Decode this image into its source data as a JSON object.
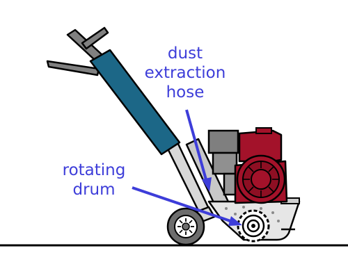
{
  "labels": {
    "dust_line1": "dust",
    "dust_line2": "extraction",
    "dust_line3": "hose",
    "drum_line1": "rotating",
    "drum_line2": "drum"
  },
  "colors": {
    "label": "#3d3dd9",
    "hose": "#1c6787",
    "engine": "#a3122a",
    "handle_metal": "#7a7a7a",
    "housing": "#e6e6e6",
    "ground": "#000000"
  }
}
